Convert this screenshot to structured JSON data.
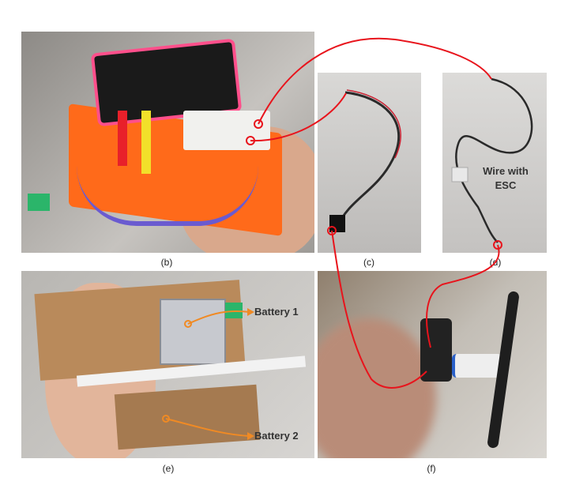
{
  "panels": {
    "b": {
      "caption": "(b)"
    },
    "c": {
      "caption": "(c)"
    },
    "d": {
      "caption": "(d)",
      "annotation": "Wire with ESC"
    },
    "e": {
      "caption": "(e)",
      "annotation_1": "Battery 1",
      "annotation_2": "Battery 2"
    },
    "f": {
      "caption": "(f)"
    }
  },
  "colors": {
    "callout_red": "#e8141c",
    "arrow_orange": "#f08a24",
    "board_orange": "#ff6a1a"
  }
}
